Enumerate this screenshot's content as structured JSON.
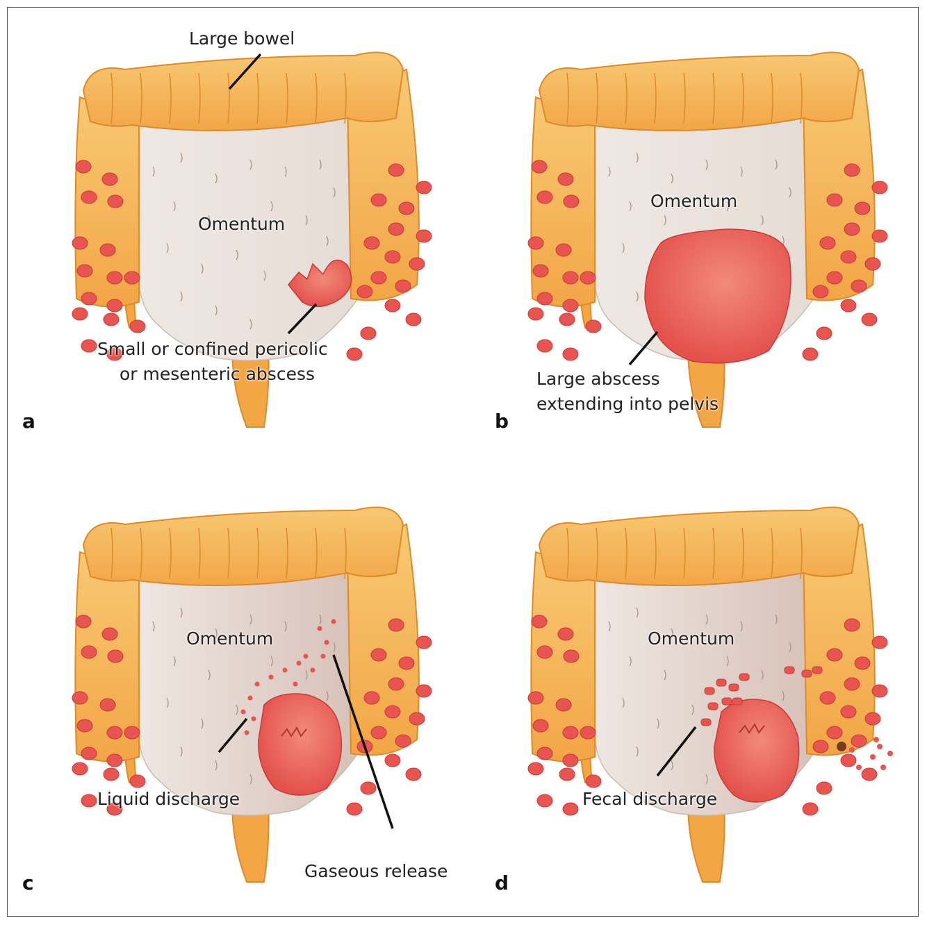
{
  "colors": {
    "bowel": "#f2a646",
    "bowel_light": "#f8c874",
    "bowel_edge": "#dd8a2a",
    "diverticula": "#e8544f",
    "omentum": "#ebe2dc",
    "abscess": "#e4504c",
    "line": "#111111"
  },
  "panels": [
    {
      "letter": "a",
      "labels": {
        "large_bowel": "Large bowel",
        "omentum": "Omentum",
        "abscess_line1": "Small or confined pericolic",
        "abscess_line2": "or mesenteric abscess"
      }
    },
    {
      "letter": "b",
      "labels": {
        "omentum": "Omentum",
        "abscess_line1": "Large abscess",
        "abscess_line2": "extending into pelvis"
      }
    },
    {
      "letter": "c",
      "labels": {
        "omentum": "Omentum",
        "liquid": "Liquid discharge",
        "gaseous": "Gaseous release"
      }
    },
    {
      "letter": "d",
      "labels": {
        "omentum": "Omentum",
        "fecal": "Fecal discharge"
      }
    }
  ]
}
